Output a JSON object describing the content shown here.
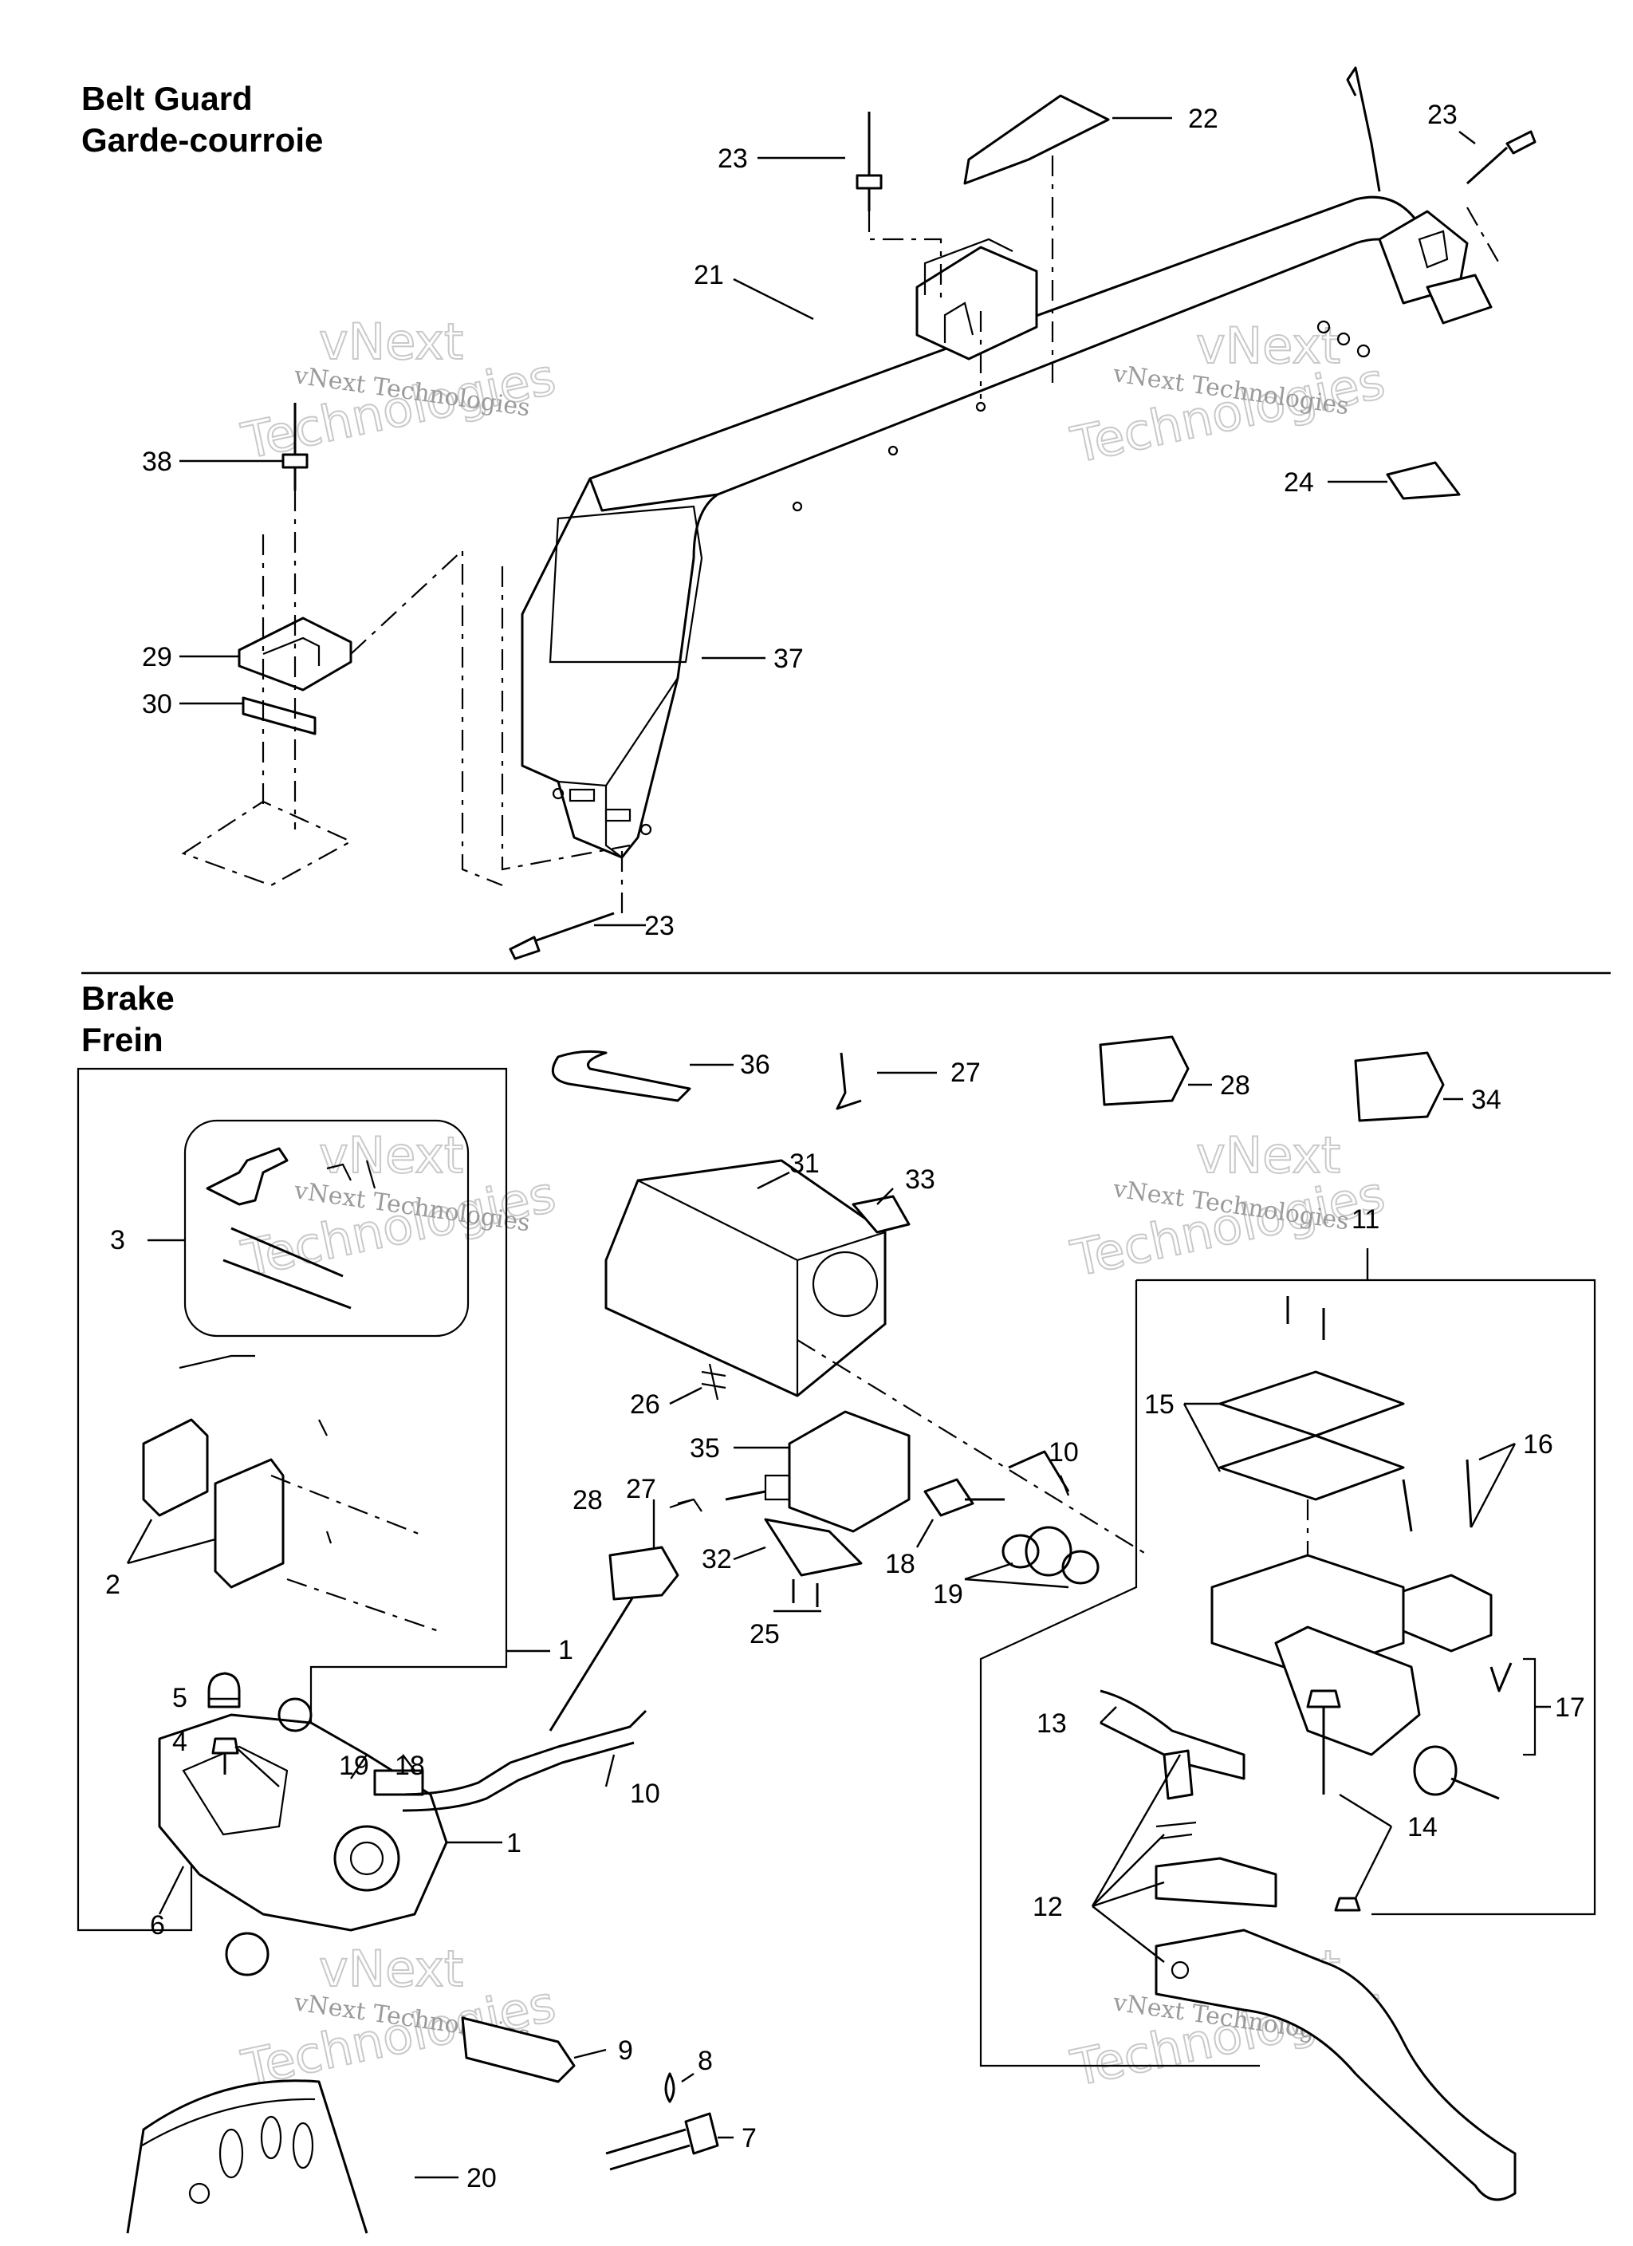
{
  "sections": {
    "belt_guard": {
      "title_en": "Belt Guard",
      "title_fr": "Garde-courroie"
    },
    "brake": {
      "title_en": "Brake",
      "title_fr": "Frein"
    }
  },
  "watermark": {
    "line1": "vNext Technologies",
    "big1": "vNext",
    "big2": "Technologies"
  },
  "callouts": {
    "c22": "22",
    "c23a": "23",
    "c23b": "23",
    "c23c": "23",
    "c21": "21",
    "c24": "24",
    "c37": "37",
    "c38": "38",
    "c29": "29",
    "c30": "30",
    "c36": "36",
    "c27a": "27",
    "c28a": "28",
    "c34": "34",
    "c31": "31",
    "c33": "33",
    "c11": "11",
    "c3": "3",
    "c2": "2",
    "c1a": "1",
    "c1b": "1",
    "c5": "5",
    "c4": "4",
    "c19a": "19",
    "c18a": "18",
    "c10a": "10",
    "c6": "6",
    "c9": "9",
    "c8": "8",
    "c7": "7",
    "c20": "20",
    "c26": "26",
    "c35": "35",
    "c28b": "28",
    "c27b": "27",
    "c32": "32",
    "c25": "25",
    "c18b": "18",
    "c19b": "19",
    "c10b": "10",
    "c15": "15",
    "c16": "16",
    "c17": "17",
    "c13": "13",
    "c14": "14",
    "c12": "12"
  }
}
